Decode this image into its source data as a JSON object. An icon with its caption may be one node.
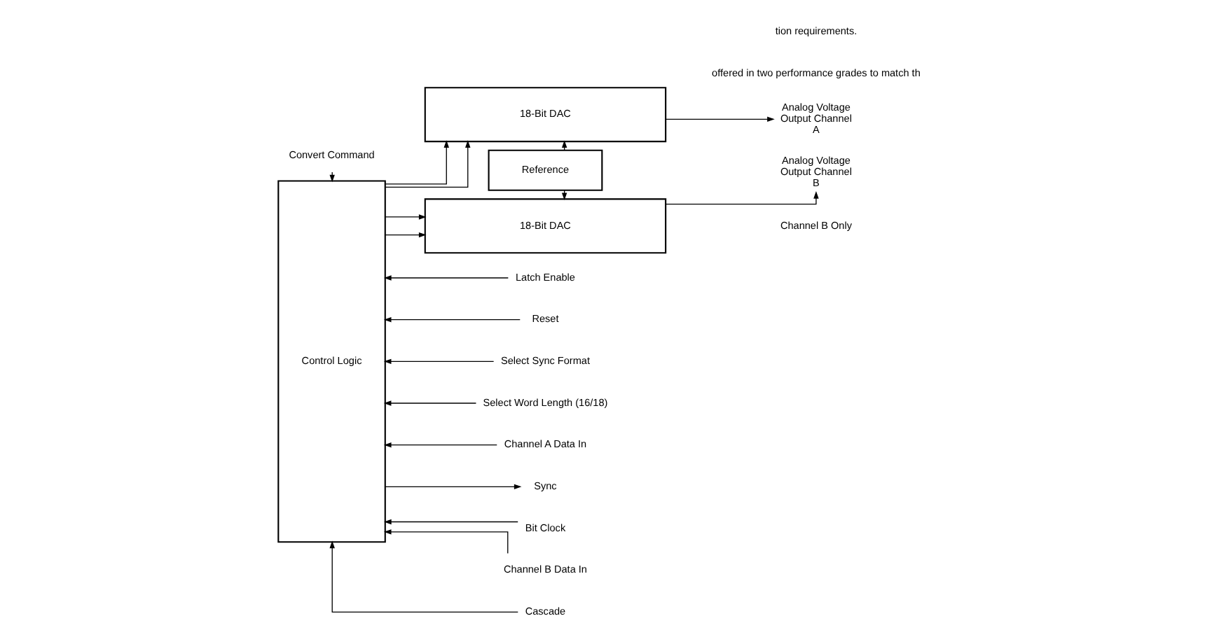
{
  "diagram": {
    "nodes": [
      {
        "text": [
          "Convert Command"
        ]
      },
      {
        "text": [
          "Control Logic"
        ]
      },
      {
        "text": [
          "Latch Enable"
        ]
      },
      {
        "text": [
          "Reset"
        ]
      },
      {
        "text": [
          "Select Sync Format"
        ]
      },
      {
        "text": [
          "Select Word Length (16/18)"
        ]
      },
      {
        "text": [
          "Channel A Data In"
        ]
      },
      {
        "text": [
          "Sync"
        ]
      },
      {
        "text": [
          "Bit Clock"
        ]
      },
      {
        "text": [
          "Channel B Data In"
        ]
      },
      {
        "text": [
          "Cascade"
        ]
      },
      {
        "text": [
          "18-Bit DAC"
        ]
      },
      {
        "text": [
          "Analog Voltage Output Channel A"
        ]
      },
      {
        "text": [
          "Reference"
        ]
      },
      {
        "text": [
          "18-Bit DAC"
        ]
      },
      {
        "text": [
          "Analog Voltage Output Channel B"
        ]
      }
    ],
    "edges": [
      {
        "from": 0,
        "to": 1,
        "arrow": "to",
        "style": "dashed"
      },
      {
        "from": 2,
        "to": 1,
        "arrow": "to"
      },
      {
        "from": 3,
        "to": 1,
        "arrow": "to"
      },
      {
        "from": 4,
        "to": 1,
        "arrow": "to"
      },
      {
        "from": 5,
        "to": 1,
        "arrow": "to"
      },
      {
        "from": 6,
        "to": 1,
        "arrow": "to"
      },
      {
        "from": 1,
        "to": 7,
        "arrow": "to"
      },
      {
        "from": 8,
        "to": 1,
        "arrow": "to"
      },
      {
        "from": 9,
        "to": 1,
        "arrow": "to"
      },
      {
        "from": 10,
        "to": 1,
        "arrow": "to"
      },
      {
        "from": 1,
        "to": 11,
        "arrow": "to"
      },
      {
        "from": 1,
        "to": 11,
        "arrow": "to"
      },
      {
        "from": 1,
        "to": 14,
        "arrow": "to"
      },
      {
        "from": 1,
        "to": 14,
        "arrow": "to"
      },
      {
        "from": 13,
        "to": 11,
        "arrow": "to"
      },
      {
        "from": 13,
        "to": 14,
        "arrow": "to"
      },
      {
        "from": 11,
        "to": 12,
        "arrow": "to"
      },
      {
        "from": 14,
        "to": 15,
        "arrow": "to"
      }
    ],
    "labels": [
      "offered in two performance grades to match th",
      "tion requirements.",
      "Channel B Only"
    ]
  }
}
